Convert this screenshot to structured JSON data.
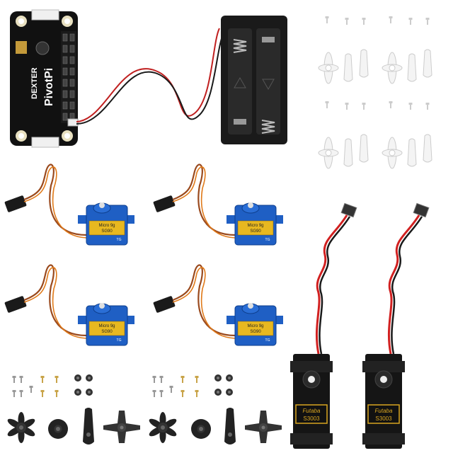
{
  "board": {
    "brand": "DEXTER",
    "model": "PivotPi",
    "color": "#111111",
    "text_color": "#ffffff"
  },
  "micro_servos": {
    "label_line1": "Micro 9g",
    "label_line2": "SG90",
    "label_line3": "TG",
    "body_color": "#1f5fc4",
    "sticker_color": "#e8b820"
  },
  "standard_servos": {
    "brand": "Futaba",
    "model": "S3003",
    "body_color": "#151515",
    "label_color": "#d9a520"
  },
  "colors": {
    "wire_red": "#d12020",
    "wire_black": "#1a1a1a",
    "wire_brown": "#9a4a1e",
    "wire_orange": "#e07a1a",
    "horn_white": "#f4f4f4",
    "horn_black": "#222222"
  }
}
